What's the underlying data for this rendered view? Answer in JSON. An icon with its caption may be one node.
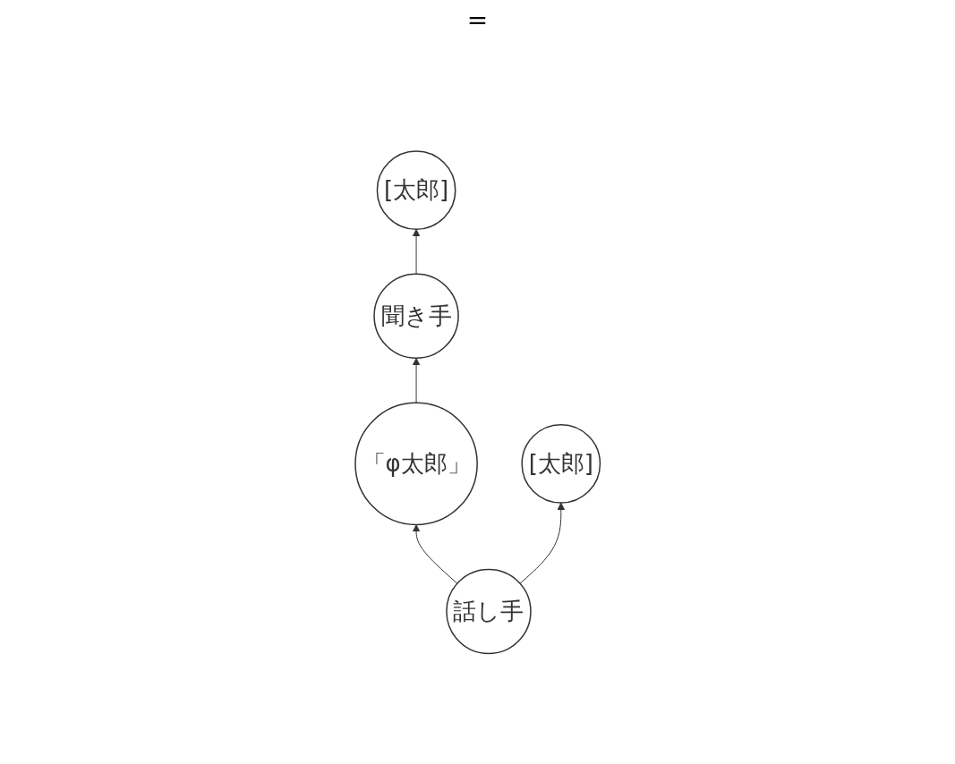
{
  "diagram": {
    "nodes": [
      {
        "text": [
          "「φ太郎」"
        ]
      },
      {
        "text": [
          "[太郎]"
        ]
      },
      {
        "text": [
          "[太郎]"
        ]
      },
      {
        "text": [
          "話し手"
        ]
      },
      {
        "text": [
          "聞き手"
        ]
      }
    ],
    "edges": [
      {
        "from": 3,
        "to": 0,
        "arrow": "to"
      },
      {
        "from": 0,
        "to": 4,
        "arrow": "to"
      },
      {
        "from": 3,
        "to": 1,
        "arrow": "to"
      },
      {
        "from": 4,
        "to": 2,
        "arrow": "to"
      }
    ],
    "labels": [
      "="
    ]
  }
}
